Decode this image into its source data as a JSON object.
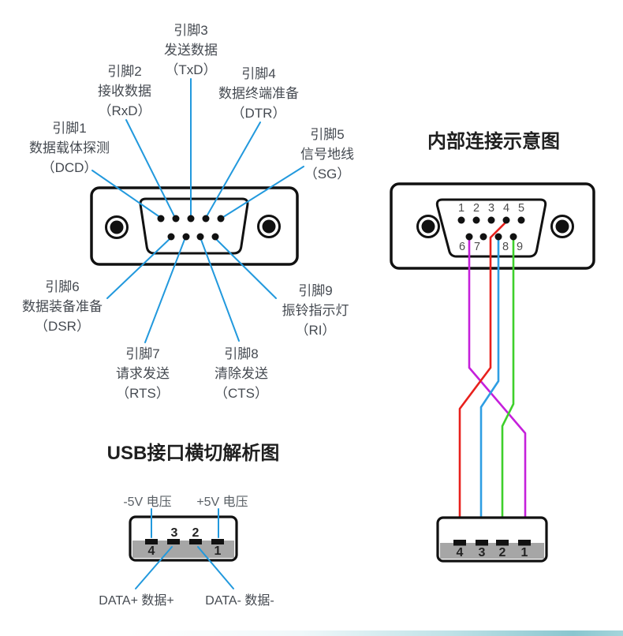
{
  "left_connector": {
    "pin_labels": [
      {
        "name": "引脚1",
        "desc": "数据载体探测",
        "abbr": "（DCD）"
      },
      {
        "name": "引脚2",
        "desc": "接收数据",
        "abbr": "（RxD）"
      },
      {
        "name": "引脚3",
        "desc": "发送数据",
        "abbr": "（TxD）"
      },
      {
        "name": "引脚4",
        "desc": "数据终端准备",
        "abbr": "（DTR）"
      },
      {
        "name": "引脚5",
        "desc": "信号地线",
        "abbr": "（SG）"
      },
      {
        "name": "引脚6",
        "desc": "数据装备准备",
        "abbr": "（DSR）"
      },
      {
        "name": "引脚7",
        "desc": "请求发送",
        "abbr": "（RTS）"
      },
      {
        "name": "引脚8",
        "desc": "清除发送",
        "abbr": "（CTS）"
      },
      {
        "name": "引脚9",
        "desc": "振铃指示灯",
        "abbr": "（RI）"
      }
    ]
  },
  "right_diagram": {
    "title": "内部连接示意图",
    "top_pin_numbers": [
      "1",
      "2",
      "3",
      "4",
      "5"
    ],
    "bottom_pin_numbers": [
      "6",
      "7",
      "8",
      "9"
    ],
    "usb_pin_numbers": [
      "4",
      "3",
      "2",
      "1"
    ],
    "wires": [
      {
        "name": "magenta",
        "hex": "#c520db",
        "db9_pin": "6",
        "usb_pin": "1"
      },
      {
        "name": "red",
        "hex": "#e8201c",
        "db9_pin": "4",
        "usb_pin": "4"
      },
      {
        "name": "blue",
        "hex": "#2e9ee3",
        "db9_pin": "8",
        "usb_pin": "3"
      },
      {
        "name": "green",
        "hex": "#3ed02b",
        "db9_pin": "9",
        "usb_pin": "2"
      }
    ]
  },
  "usb_diagram": {
    "title": "USB接口横切解析图",
    "label_neg5v": "-5V 电压",
    "label_pos5v": "+5V 电压",
    "label_data_plus": "DATA+ 数据+",
    "label_data_minus": "DATA- 数据-",
    "inner_pin_numbers": [
      "3",
      "2"
    ],
    "outer_pin_numbers": [
      "4",
      "1"
    ]
  },
  "colors": {
    "annotation_blue": "#2299dd",
    "outline_black": "#111111",
    "connector_gray": "#a6a6a6",
    "bottom_bar_teal": "#8ac6cf"
  }
}
